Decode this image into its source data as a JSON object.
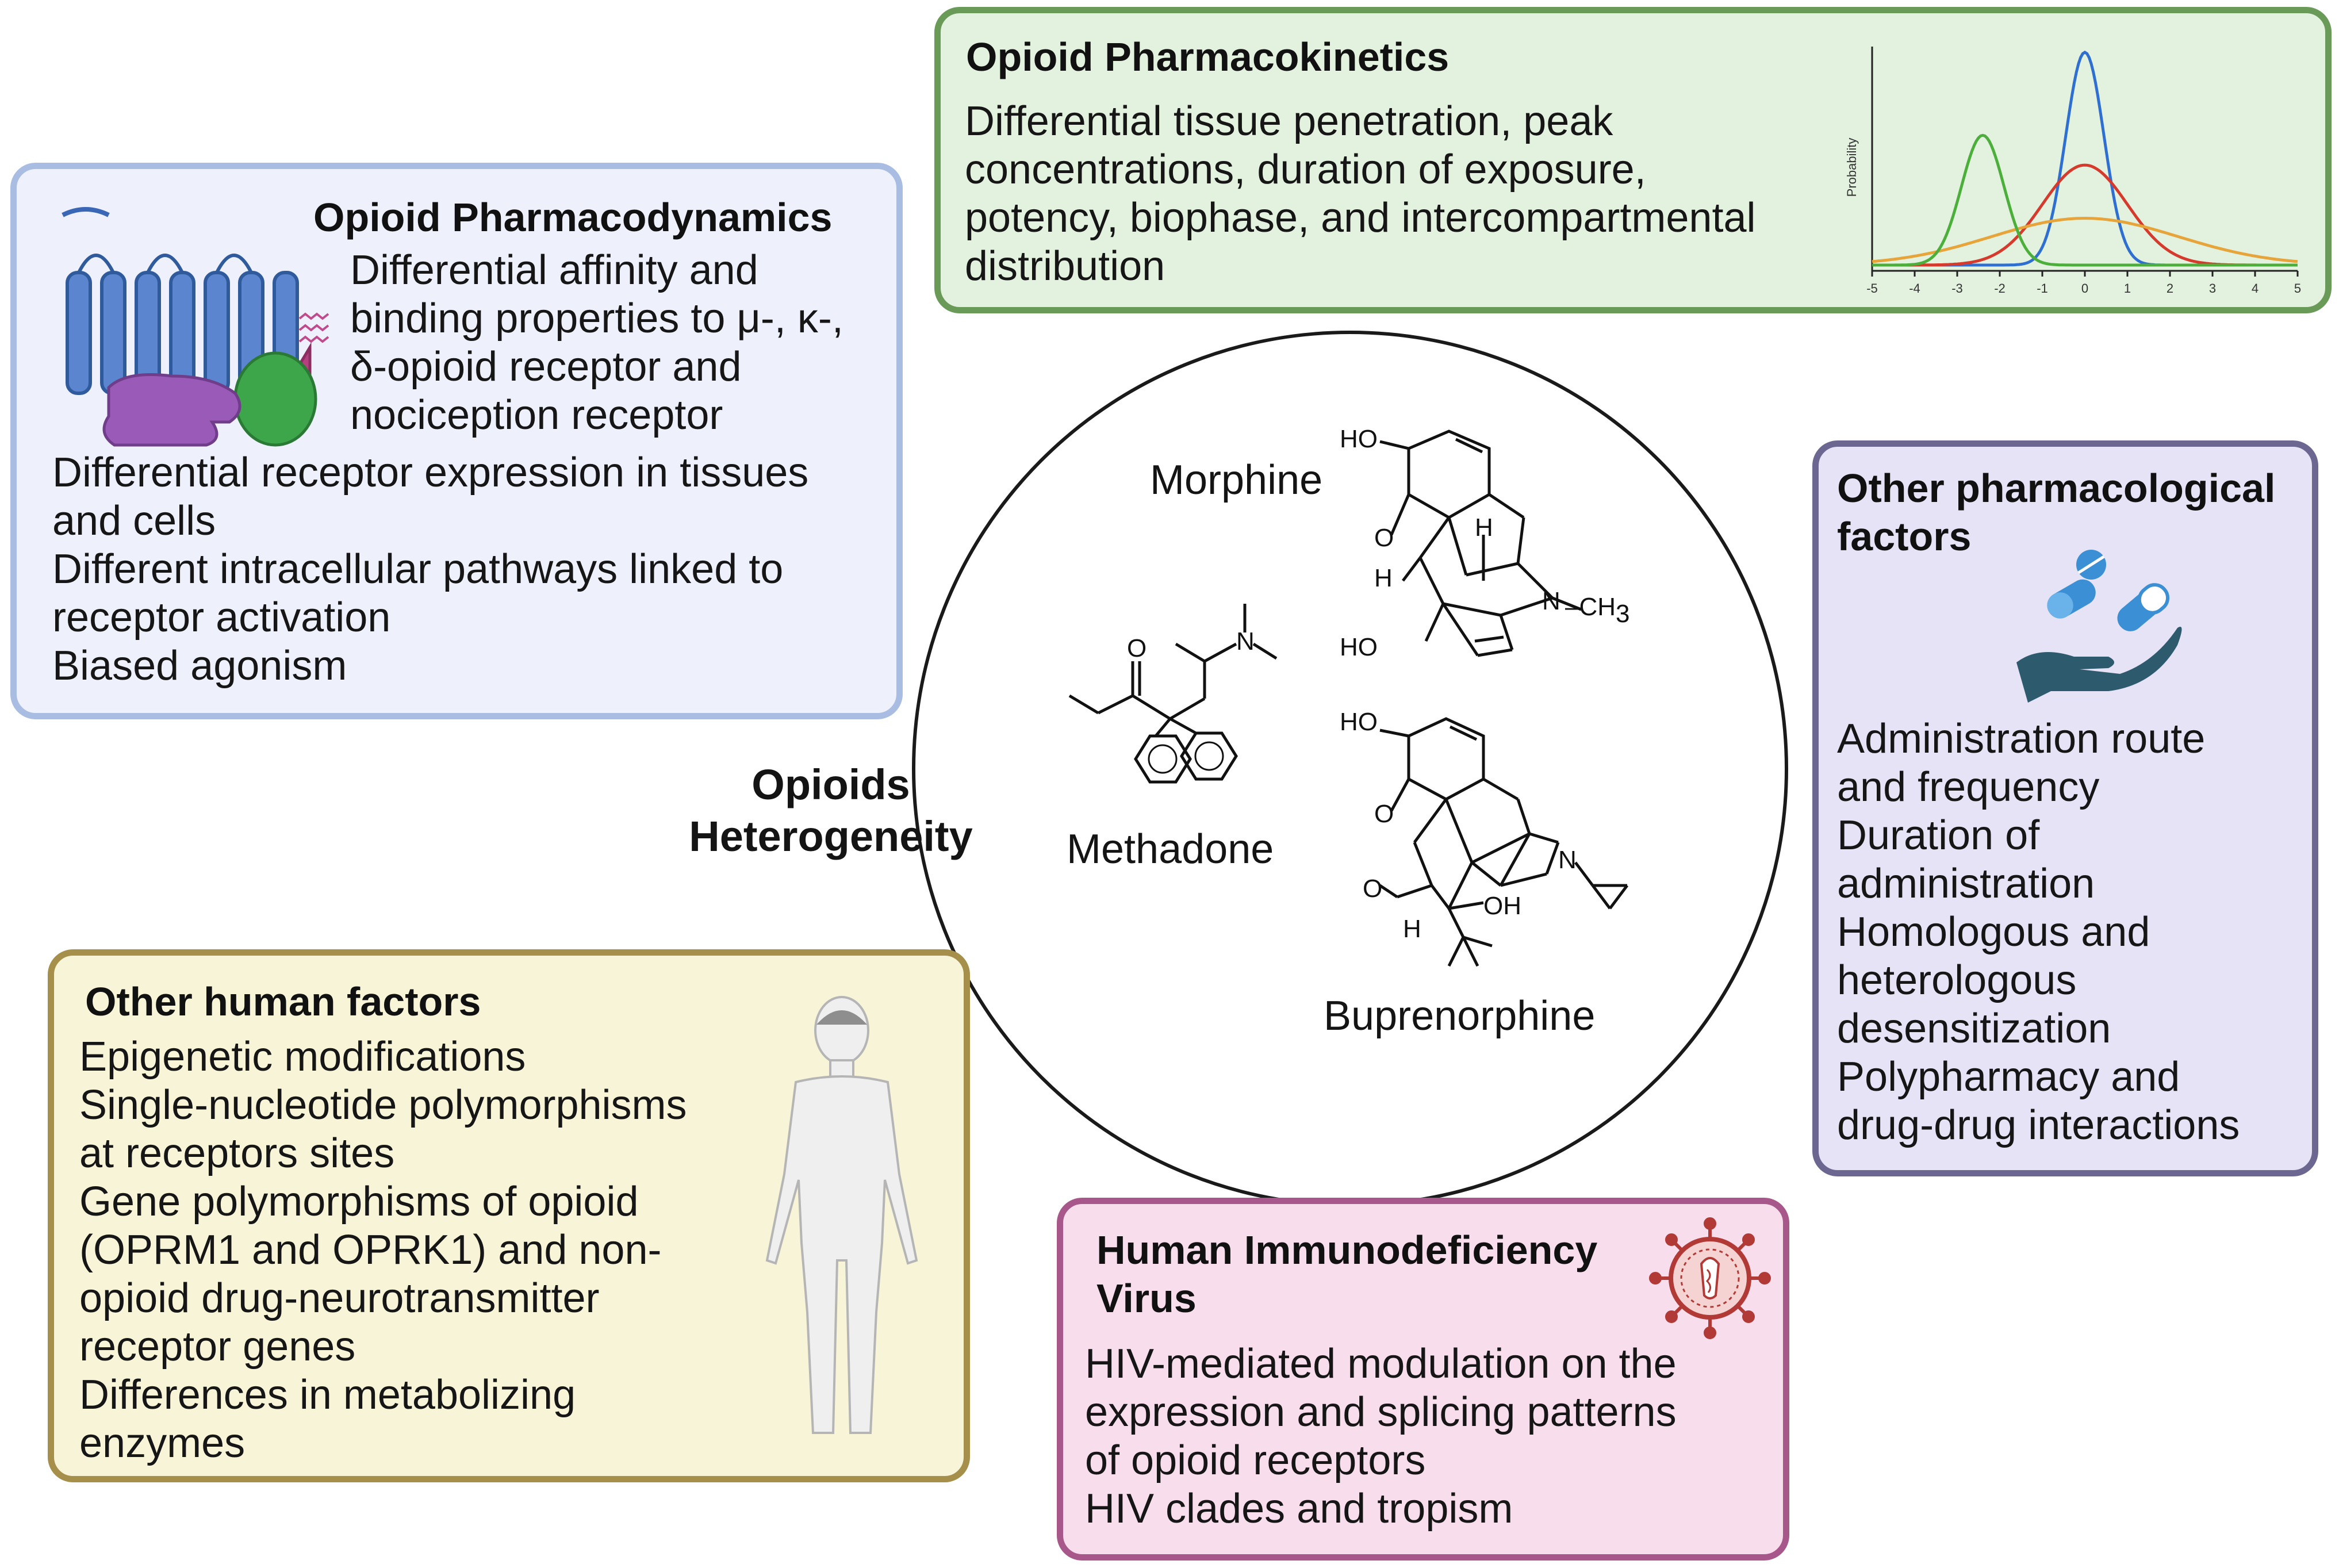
{
  "center": {
    "title_line1": "Opioids",
    "title_line2": "Heterogeneity"
  },
  "drugs": {
    "morphine": "Morphine",
    "methadone": "Methadone",
    "buprenorphine": "Buprenorphine"
  },
  "chem_labels": {
    "ho": "HO",
    "o": "O",
    "h": "H",
    "n": "N",
    "ch3": "–CH",
    "ch3_sub": "3",
    "oh": "OH"
  },
  "pharmacodynamics": {
    "title": "Opioid Pharmacodynamics",
    "lines": [
      "Differential affinity and",
      "binding properties to μ-, κ-,",
      "δ-opioid receptor and",
      "nociception receptor",
      "Differential receptor expression in tissues",
      "and cells",
      "Different intracellular pathways linked to",
      "receptor activation",
      "Biased agonism"
    ]
  },
  "pharmacokinetics": {
    "title": "Opioid Pharmacokinetics",
    "lines": [
      "Differential tissue penetration, peak",
      "concentrations, duration of exposure,",
      "potency, biophase, and intercompartmental",
      "distribution"
    ]
  },
  "pk_chart": {
    "ylabel": "Probability",
    "x_ticks": [
      "-5",
      "-4",
      "-3",
      "-2",
      "-1",
      "0",
      "1",
      "2",
      "3",
      "4",
      "5"
    ]
  },
  "chart_data": {
    "type": "line",
    "ylabel": "Probability",
    "xlim": [
      -5,
      5
    ],
    "series": [
      {
        "color": "#2f6fd1",
        "mu": 0,
        "sigma": 0.45,
        "peak": 1.0
      },
      {
        "color": "#d63a2c",
        "mu": 0,
        "sigma": 1.0,
        "peak": 0.47
      },
      {
        "color": "#e6a43a",
        "mu": 0,
        "sigma": 2.2,
        "peak": 0.22
      },
      {
        "color": "#4caf3b",
        "mu": -2.4,
        "sigma": 0.5,
        "peak": 0.61
      }
    ]
  },
  "other_pharmacological": {
    "title_line1": "Other pharmacological",
    "title_line2": "factors",
    "lines": [
      "Administration route",
      "and frequency",
      "Duration of",
      "administration",
      "Homologous and",
      "heterologous",
      "desensitization",
      "Polypharmacy and",
      "drug-drug interactions"
    ]
  },
  "other_human": {
    "title": "Other human factors",
    "lines": [
      "Epigenetic modifications",
      "Single-nucleotide polymorphisms",
      "at receptors sites",
      "Gene polymorphisms of opioid",
      "(OPRM1 and OPRK1) and non-",
      "opioid drug-neurotransmitter",
      "receptor genes",
      "Differences in metabolizing",
      "enzymes"
    ]
  },
  "hiv": {
    "title_line1": "Human Immunodeficiency",
    "title_line2": "Virus",
    "lines": [
      "HIV-mediated modulation on the",
      "expression and splicing patterns",
      "of opioid receptors",
      "HIV clades and tropism"
    ]
  },
  "colors": {
    "pharmacodynamics_bg": "#eef1fb",
    "pharmacodynamics_border": "#a9bde2",
    "pharmacokinetics_bg": "#e3f2de",
    "pharmacokinetics_border": "#6a9a57",
    "pharmacological_bg": "#e5e3f5",
    "pharmacological_border": "#6b6790",
    "human_bg": "#f7f4d8",
    "human_border": "#a58f4a",
    "hiv_bg": "#f8dded",
    "hiv_border": "#a7578a"
  }
}
